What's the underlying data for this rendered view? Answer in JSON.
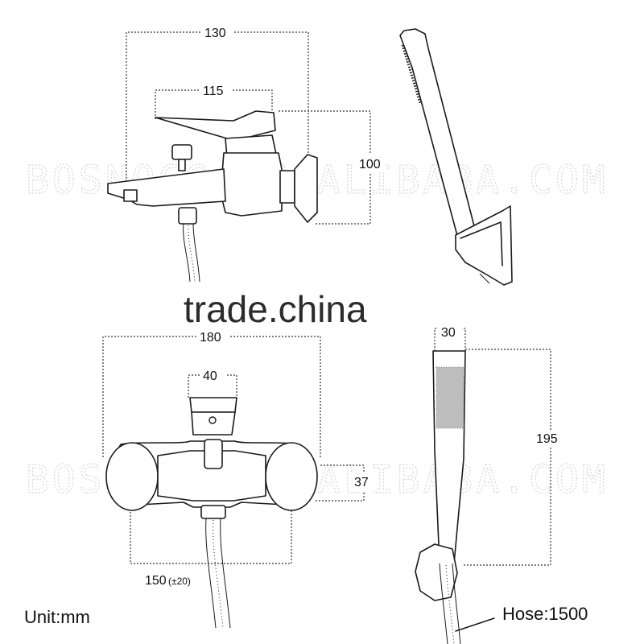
{
  "dimensions": {
    "top_width_overall": "130",
    "top_width_lever": "115",
    "top_height": "100",
    "front_width_overall": "180",
    "front_width_lever": "40",
    "front_height_body": "37",
    "front_centers": "150",
    "front_centers_tolerance": "(±20)",
    "handshower_width": "30",
    "handshower_length": "195"
  },
  "labels": {
    "unit": "Unit:mm",
    "hose": "Hose:1500"
  },
  "watermarks": {
    "store": "BOSNOCC.EN.ALIBABA.COM",
    "site": "trade.china"
  },
  "colors": {
    "line": "#1a1a1a",
    "watermark": "#d6d6d6",
    "nozzle_face": "#bdbdbd"
  }
}
